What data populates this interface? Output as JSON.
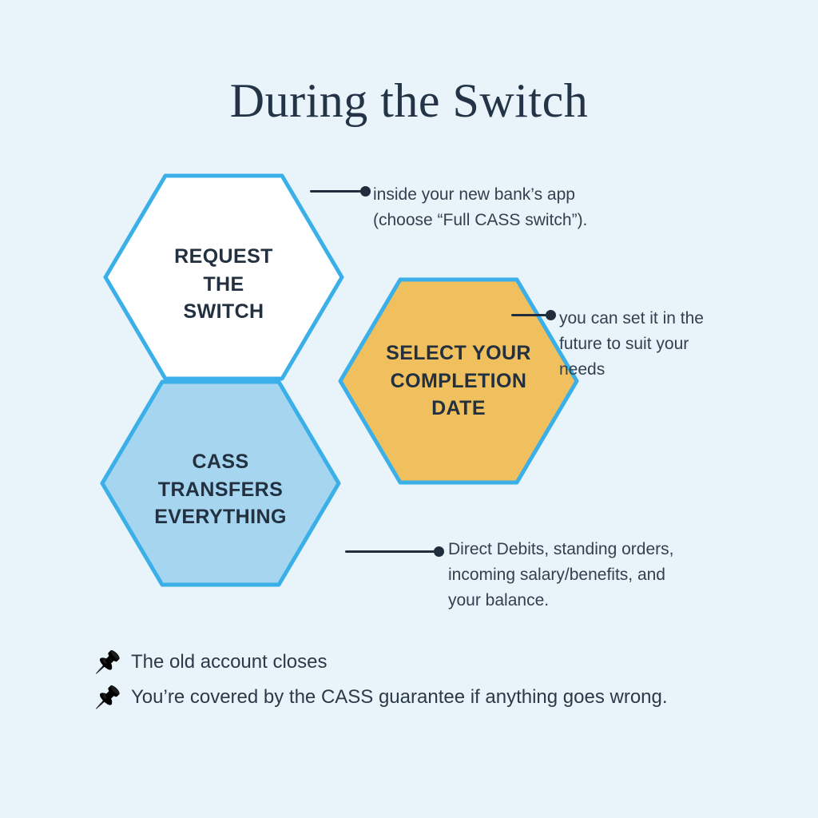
{
  "page": {
    "title": "During the Switch",
    "background_color": "#e9f3fa",
    "ink_color": "#243447"
  },
  "hexagons": [
    {
      "id": "request",
      "lines": [
        "REQUEST",
        "THE",
        "SWITCH"
      ],
      "fill": "#ffffff",
      "stroke": "#3bb0e8"
    },
    {
      "id": "completion",
      "lines": [
        "SELECT YOUR",
        "COMPLETION",
        "DATE"
      ],
      "fill": "#f0bf5e",
      "stroke": "#3bb0e8"
    },
    {
      "id": "cass",
      "lines": [
        "CASS",
        "TRANSFERS",
        "EVERYTHING"
      ],
      "fill": "#a6d5f0",
      "stroke": "#3bb0e8"
    }
  ],
  "callouts": [
    {
      "id": "callout-1",
      "lines": [
        "inside your new bank’s app",
        "(choose “Full CASS switch”)."
      ]
    },
    {
      "id": "callout-2",
      "lines": [
        "you can set it in the",
        "future to suit your",
        "needs"
      ]
    },
    {
      "id": "callout-3",
      "lines": [
        "Direct Debits, standing orders,",
        "incoming salary/benefits, and",
        "your balance."
      ]
    }
  ],
  "notes": [
    {
      "icon": "📌",
      "icon_name": "pushpin-icon",
      "text": "The old account closes"
    },
    {
      "icon": "📌",
      "icon_name": "pushpin-icon",
      "text": "You’re covered by the CASS guarantee if anything goes wrong."
    }
  ]
}
